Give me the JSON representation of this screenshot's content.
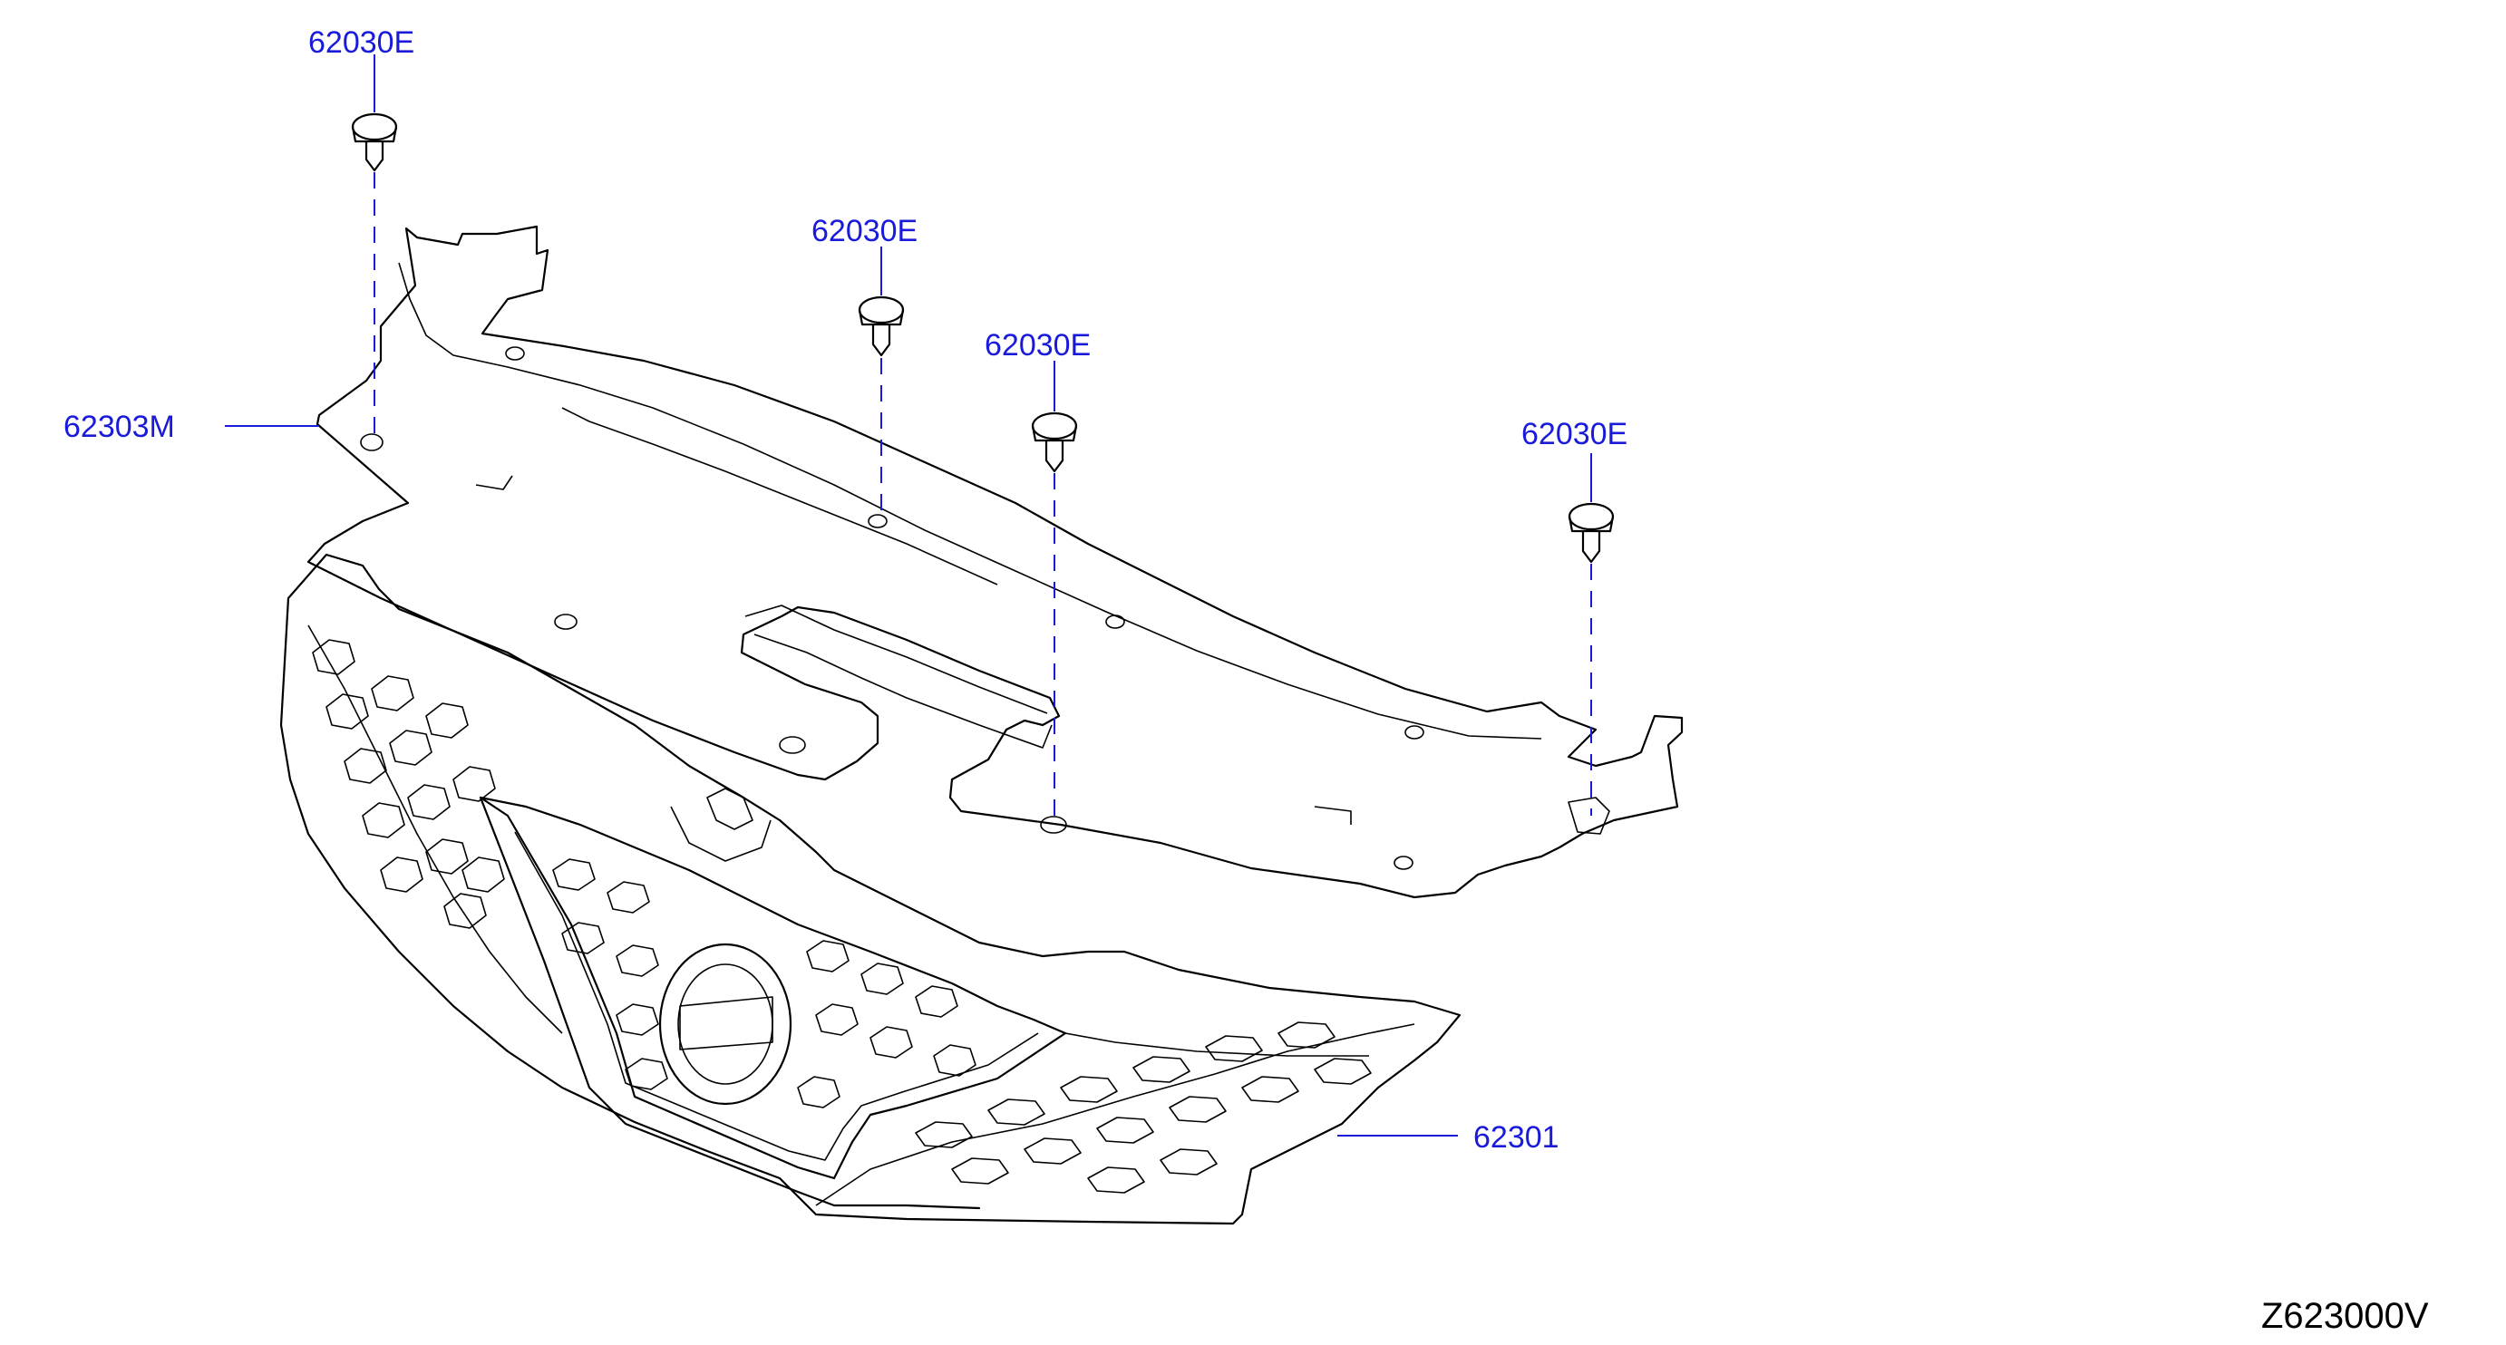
{
  "diagram": {
    "code": "Z623000V",
    "accent_color": "#1a1adb",
    "callouts": {
      "clip_1": "62030E",
      "clip_2": "62030E",
      "clip_3": "62030E",
      "clip_4": "62030E",
      "upper_cover": "62303M",
      "grille": "62301"
    }
  }
}
